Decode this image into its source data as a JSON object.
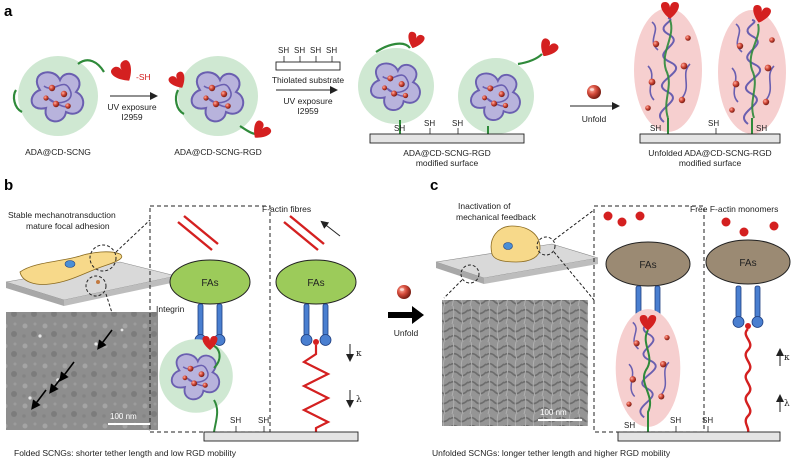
{
  "panel_labels": {
    "a": "a",
    "b": "b",
    "c": "c"
  },
  "panel_a": {
    "thiol_tag": "-SH",
    "uv1_line1": "UV exposure",
    "uv1_line2": "I2959",
    "sh_label": "SH",
    "thiolated_substrate": "Thiolated substrate",
    "uv2_line1": "UV exposure",
    "uv2_line2": "I2959",
    "unfold": "Unfold",
    "caption_1": "ADA@CD-SCNG",
    "caption_2": "ADA@CD-SCNG-RGD",
    "caption_3_line1": "ADA@CD-SCNG-RGD",
    "caption_3_line2": "modified surface",
    "caption_4_line1": "Unfolded ADA@CD-SCNG-RGD",
    "caption_4_line2": "modified surface"
  },
  "panel_b": {
    "cell_text_line1": "Stable mechanotransduction",
    "cell_text_line2": "mature focal adhesion",
    "factin": "F-actin fibres",
    "fas": "FAs",
    "integrin": "Integrin",
    "kappa": "κ",
    "lambda": "λ",
    "scale_bar": "100 nm",
    "sh_label": "SH",
    "caption": "Folded SCNGs: shorter tether length and low RGD mobility"
  },
  "middle": {
    "unfold": "Unfold"
  },
  "panel_c": {
    "cell_text_line1": "Inactivation of",
    "cell_text_line2": "mechanical feedback",
    "monomers": "Free F-actin monomers",
    "fas": "FAs",
    "kappa": "κ",
    "lambda": "λ",
    "scale_bar": "100 nm",
    "sh_label": "SH",
    "caption": "Unfolded SCNGs: longer tether length and higher RGD mobility"
  },
  "colors": {
    "green_halo": "#cfe8d2",
    "pink_halo": "#f6cfcf",
    "polymer_purple": "#6a5fb0",
    "tether_green": "#2f8a3a",
    "rgd_red": "#d42020",
    "fa_green": "#9ccb5a",
    "fa_brown": "#9b8a73",
    "integrin_blue": "#4a7fd0",
    "cell_yellow": "#f7d98a"
  }
}
